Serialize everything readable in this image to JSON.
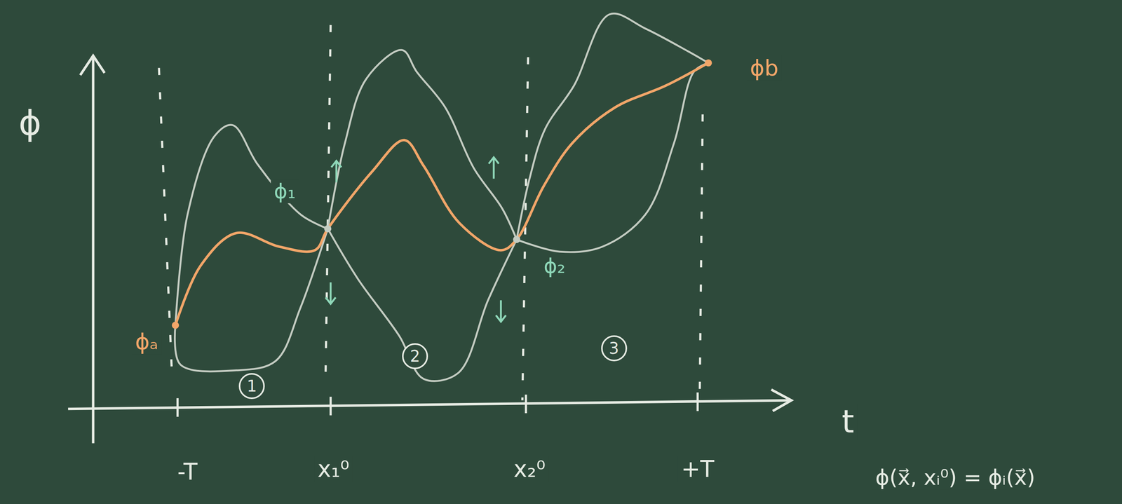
{
  "diagram": {
    "nodes": [
      {
        "text": [
          "1"
        ]
      },
      {
        "text": [
          "2"
        ]
      },
      {
        "text": [
          "3"
        ]
      }
    ],
    "labels": [
      "ϕ",
      "ϕₐ",
      "ϕ₁",
      "ϕ₂",
      "ϕb",
      "-T",
      "x₁⁰",
      "x₂⁰",
      "+T",
      "t",
      "ϕ(x⃗, xᵢ⁰) = ϕᵢ(x⃗)"
    ]
  }
}
